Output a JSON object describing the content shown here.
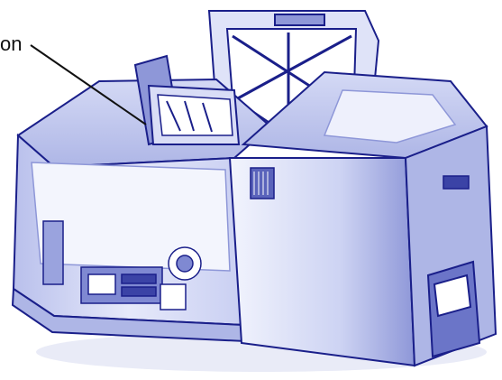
{
  "callout": {
    "label": "on"
  },
  "colors": {
    "outline": "#1a1f8a",
    "body_fill": "#c6ccf0",
    "body_light": "#e6e9fa",
    "body_dark": "#8e97d8",
    "leader_line": "#111111"
  },
  "icons": [
    "printer-illustration",
    "leader-line"
  ]
}
